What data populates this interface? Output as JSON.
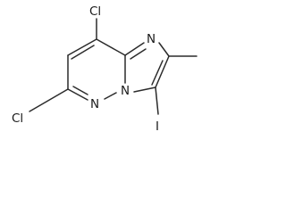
{
  "figure": {
    "atoms": {
      "cl_top": "Cl",
      "cl_left": "Cl",
      "n_imidazole": "N",
      "n_pyridazine": "N",
      "n_bridge": "N",
      "iodine": "I"
    }
  }
}
